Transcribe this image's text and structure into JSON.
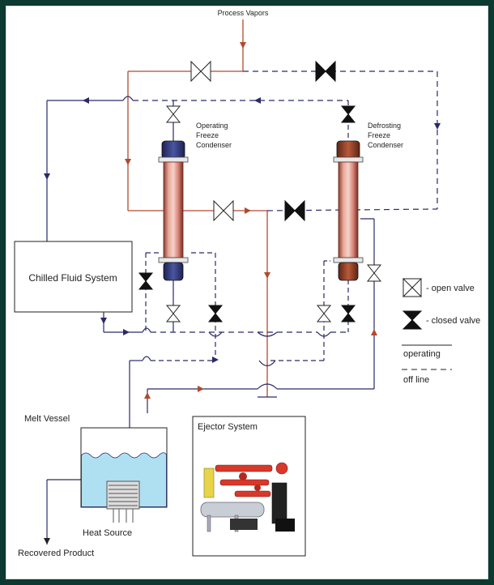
{
  "diagram": {
    "process_vapors": "Process Vapors",
    "operating_condenser": [
      "Operating",
      "Freeze",
      "Condenser"
    ],
    "defrosting_condenser": [
      "Defrosting",
      "Freeze",
      "Condenser"
    ],
    "chilled_fluid_system": "Chilled Fluid System",
    "melt_vessel": "Melt Vessel",
    "heat_source": "Heat Source",
    "recovered_product": "Recovered Product",
    "ejector_system": "Ejector System"
  },
  "legend": {
    "open_valve": "- open valve",
    "closed_valve": "- closed valve",
    "operating": "operating",
    "off_line": "off line"
  },
  "colors": {
    "operating_line": "#b04a2e",
    "off_line": "#2a2a6a",
    "vessel_liquid": "#aee0f2",
    "operating_cap": "#2c3470",
    "defrost_cap": "#8a3a22",
    "frame": "#0c3a30"
  }
}
